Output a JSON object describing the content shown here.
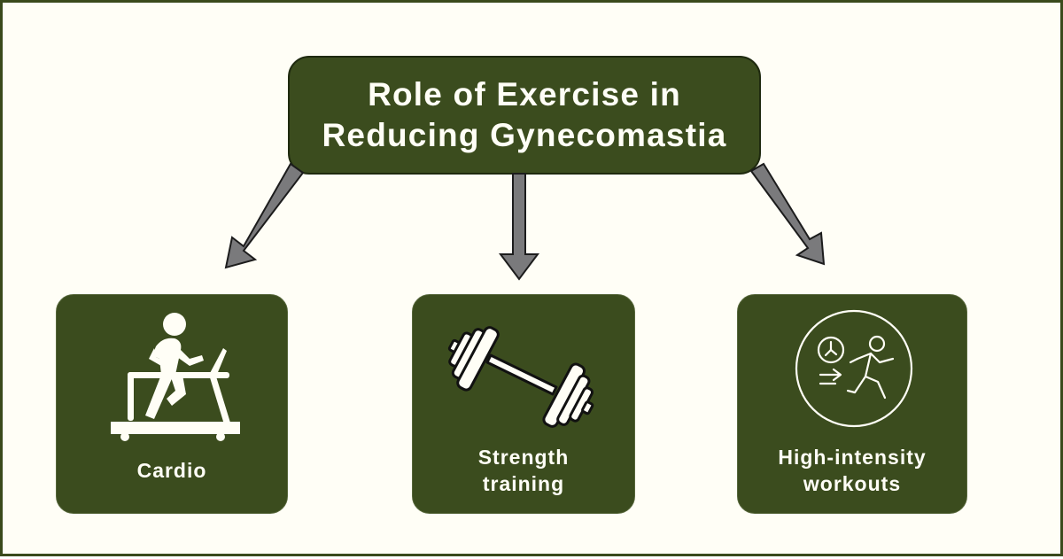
{
  "title": {
    "line1": "Role of Exercise in",
    "line2": "Reducing Gynecomastia"
  },
  "colors": {
    "background": "#fffef6",
    "box_fill": "#3b4c1e",
    "arrow_fill": "#7a7a7c",
    "text": "#fffef6"
  },
  "cards": [
    {
      "icon": "treadmill-icon",
      "label_lines": [
        "Cardio"
      ]
    },
    {
      "icon": "dumbbell-icon",
      "label_lines": [
        "Strength",
        "training"
      ]
    },
    {
      "icon": "running-clock-icon",
      "label_lines": [
        "High-intensity",
        "workouts"
      ]
    }
  ]
}
